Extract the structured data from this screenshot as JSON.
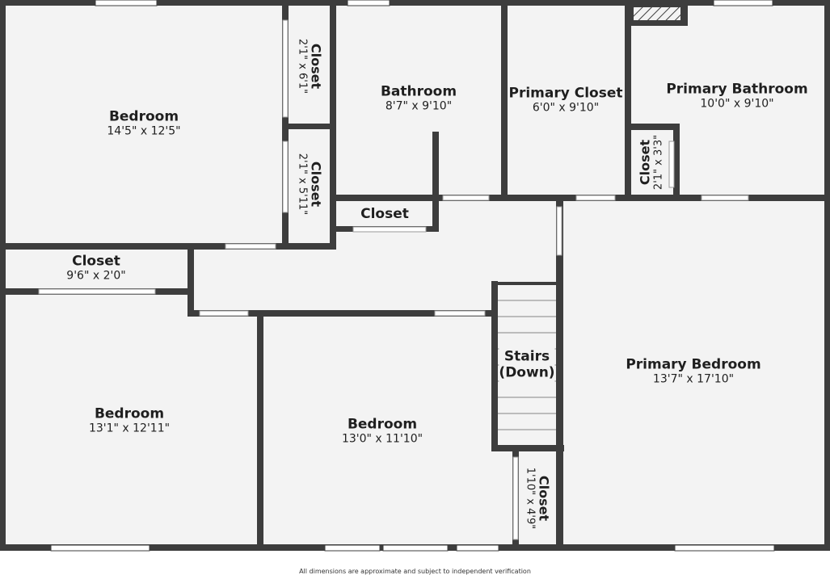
{
  "colors": {
    "wall": "#3d3d3d",
    "floor": "#f3f3f3",
    "window": "#ffffff",
    "hatch": "#3d3d3d"
  },
  "rooms": [
    {
      "name": "Bedroom",
      "dims": "14'5\" x 12'5\""
    },
    {
      "name": "Closet",
      "dims": "2'1\" x 6'1\""
    },
    {
      "name": "Closet",
      "dims": "2'1\" x 5'11\""
    },
    {
      "name": "Bathroom",
      "dims": "8'7\" x 9'10\""
    },
    {
      "name": "Primary Closet",
      "dims": "6'0\" x 9'10\""
    },
    {
      "name": "Primary Bathroom",
      "dims": "10'0\" x 9'10\""
    },
    {
      "name": "Closet",
      "dims": "2'1\" x 3'3\""
    },
    {
      "name": "Closet",
      "dims": ""
    },
    {
      "name": "Closet",
      "dims": "9'6\" x 2'0\""
    },
    {
      "name": "Bedroom",
      "dims": "13'1\" x 12'11\""
    },
    {
      "name": "Bedroom",
      "dims": "13'0\" x 11'10\""
    },
    {
      "name": "Stairs\n(Down)",
      "dims": ""
    },
    {
      "name": "Primary Bedroom",
      "dims": "13'7\" x 17'10\""
    },
    {
      "name": "Closet",
      "dims": "1'10\" x 4'9\""
    }
  ],
  "footer": "All dimensions are approximate and subject to independent verification"
}
